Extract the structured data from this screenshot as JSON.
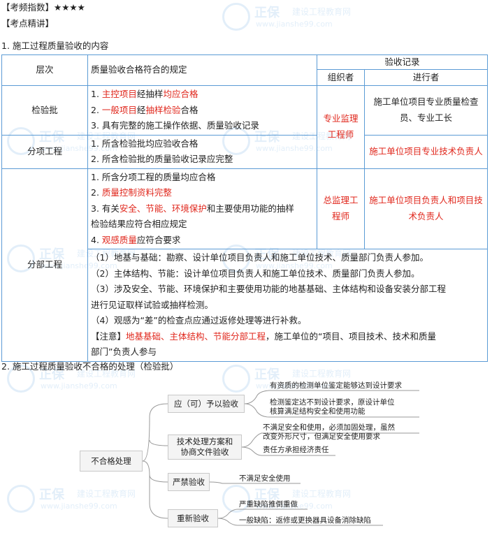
{
  "header": {
    "index_label": "【考频指数】",
    "stars": "★★★★",
    "section_label": "【考点精讲】"
  },
  "section1_title": "1. 施工过程质量验收的内容",
  "table": {
    "col_level": "层次",
    "col_criteria": "质量验收合格符合的规定",
    "col_record": "验收记录",
    "col_organizer": "组织者",
    "col_participant": "进行者",
    "jianyanpi": {
      "level": "检验批",
      "criteria": [
        {
          "n": "1. ",
          "a": "主控项目",
          "b": "经抽样",
          "c": "均应合格",
          "d": ""
        },
        {
          "n": "2. ",
          "a": "一般项目",
          "b": "经",
          "c": "抽样检验",
          "d": "合格"
        }
      ],
      "criteria3": "3. 具有完整的施工操作依据、质量验收记录",
      "organizer": "专业监理工程师",
      "participant": "施工单位项目专业质量检查员、专业工长"
    },
    "fenxiang": {
      "level": "分项工程",
      "criteria": [
        "1. 所含检验批均应验收合格",
        "2. 所含检验批的质量验收记录应完整"
      ],
      "participant": "施工单位项目专业技术负责人"
    },
    "fenbu": {
      "level": "分部工程",
      "c1": "1. 所含分项工程的质量均应合格",
      "c2_num": "2. ",
      "c2_red": "质量控制资料完整",
      "c3_num": "3. 有关",
      "c3_red": "安全、节能、环境保护",
      "c3_rest": "和主要使用功能的抽样",
      "c3_line2": "检验结果应符合相应规定",
      "c4_num": "4. ",
      "c4_red": "观感质量",
      "c4_rest": "应符合要求",
      "organizer": "总监理工程师",
      "participant": "施工单位项目负责人和项目技术负责人",
      "notes": [
        "（1）地基与基础：勘察、设计单位项目负责人和施工单位技术、质量部门负责人参加。",
        "（2）主体结构、节能：设计单位项目负责人和施工单位技术、质量部门负责人参加。",
        "（3）涉及安全、节能、环境保护和主要使用功能的地基基础、主体结构和设备安装分部工程",
        "进行见证取样试验或抽样检测。",
        "（4）观感为“差”的检查点应通过返修处理等进行补救。"
      ],
      "attention_label": "【注意】",
      "attention_red": "地基基础、主体结构、节能分部工程",
      "attention_rest": "，施工单位的“项目、项目技术、技术和质量",
      "attention_line2": "部门”负责人参与"
    }
  },
  "section2_title": "2. 施工过程质量验收不合格的处理（检验批）",
  "mindmap": {
    "root": "不合格处理",
    "branches": [
      {
        "label": "应（可）予以验收",
        "leaves": [
          "有资质的检测单位鉴定能够达到设计要求",
          "检测鉴定达不到设计要求，原设计单位|核算满足结构安全和使用功能"
        ]
      },
      {
        "label": "技术处理方案和|协商文件验收",
        "leaves": [
          "不满足安全和使用，必须加固处理，虽然|改变外形尺寸，但满足安全使用要求",
          "责任方承担经济责任"
        ]
      },
      {
        "label": "严禁验收",
        "leaves": [
          "不满足安全使用"
        ]
      },
      {
        "label": "重新验收",
        "leaves": [
          "严重缺陷推倒重做",
          "一般缺陷：返修或更换器具设备消除缺陷"
        ]
      }
    ]
  },
  "watermark": {
    "brand": "正保",
    "sub": "建设工程教育网",
    "url": "www.jianshe99.com"
  }
}
